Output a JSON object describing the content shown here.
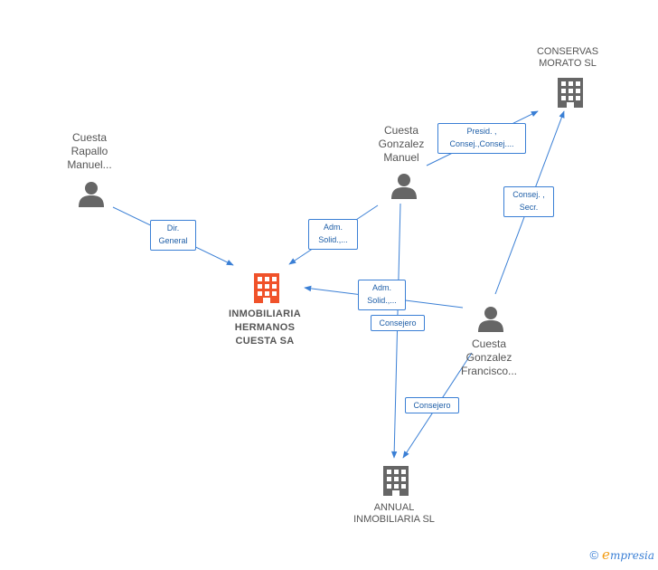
{
  "nodes": {
    "inmobiliaria": {
      "label": "INMOBILIARIA\nHERMANOS\nCUESTA SA",
      "type": "company",
      "highlight": true
    },
    "conservas": {
      "label": "CONSERVAS\nMORATO SL",
      "type": "company"
    },
    "annual": {
      "label": "ANNUAL\nINMOBILIARIA SL",
      "type": "company"
    },
    "rapallo": {
      "label": "Cuesta\nRapallo\nManuel...",
      "type": "person"
    },
    "gonzalez_manuel": {
      "label": "Cuesta\nGonzalez\nManuel",
      "type": "person"
    },
    "gonzalez_francisco": {
      "label": "Cuesta\nGonzalez\nFrancisco...",
      "type": "person"
    }
  },
  "edges": {
    "rapallo_to_inmobiliaria": "Dir.\nGeneral",
    "manuel_to_inmobiliaria": "Adm.\nSolid.,...",
    "manuel_to_conservas": "Presid. ,\nConsej.,Consej....",
    "manuel_to_annual": "Consejero",
    "francisco_to_inmobiliaria": "Adm.\nSolid.,...",
    "francisco_to_conservas": "Consej. ,\nSecr.",
    "francisco_to_annual": "Consejero"
  },
  "colors": {
    "edge": "#3a7fd5",
    "person_icon": "#666666",
    "company_icon": "#666666",
    "highlight_company_icon": "#f0522a"
  },
  "footer": {
    "copyright": "©",
    "brand_e": "e",
    "brand_rest": "mpresia"
  }
}
